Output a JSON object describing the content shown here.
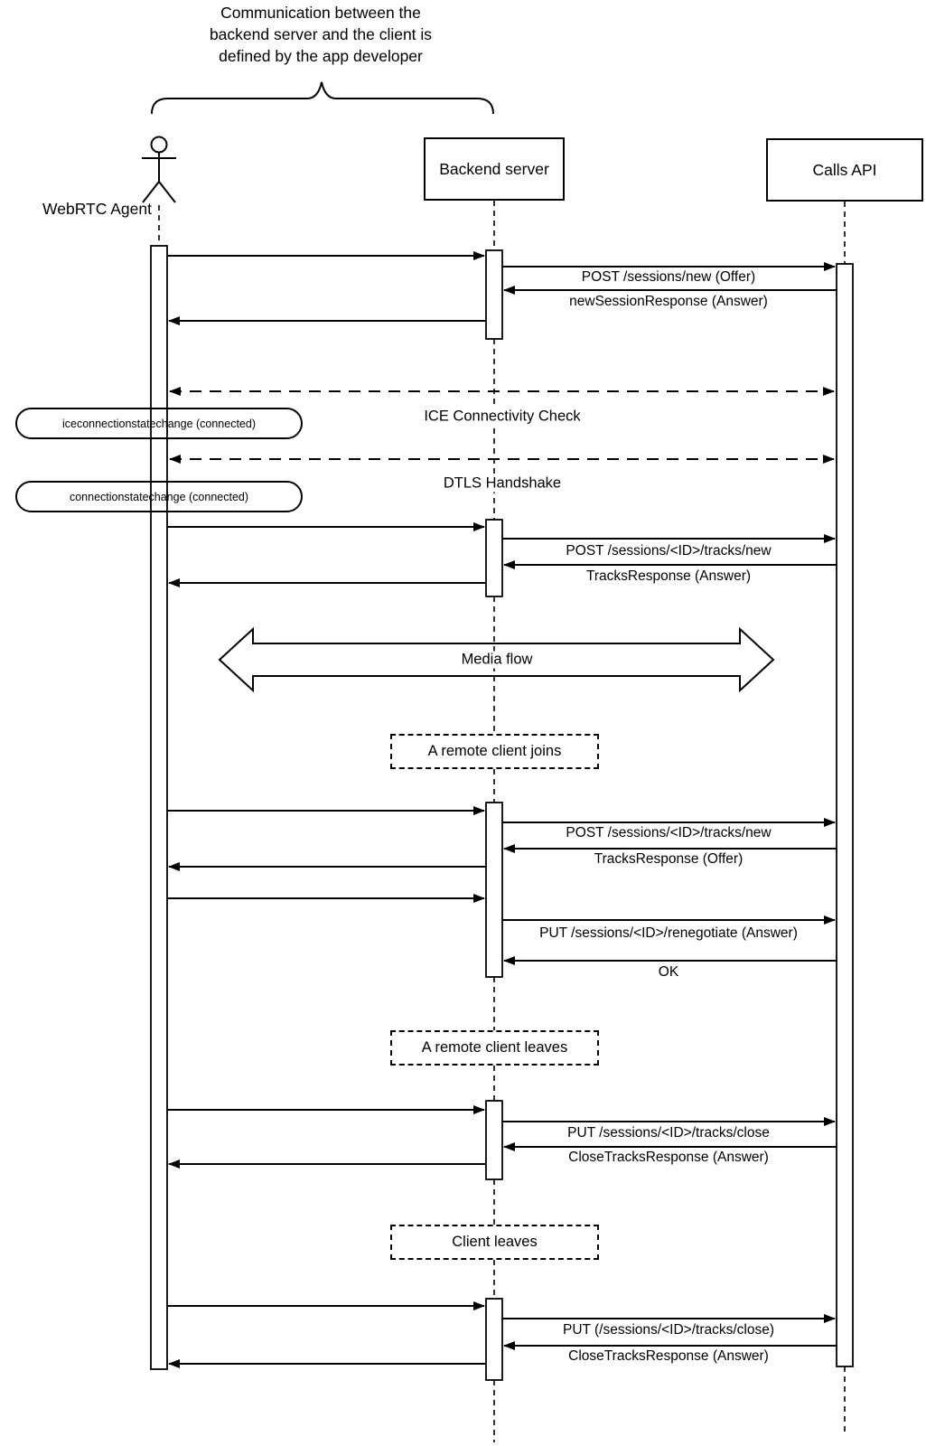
{
  "colors": {
    "stroke": "#000000",
    "background": "#ffffff"
  },
  "annotation": {
    "line1": "Communication between the",
    "line2": "backend server and the client is",
    "line3": "defined by the app developer"
  },
  "participants": {
    "agent": "WebRTC Agent",
    "backend": "Backend server",
    "calls_api": "Calls API"
  },
  "client_events": {
    "ice_state": "iceconnectionstatechange (connected)",
    "conn_state": "connectionstatechange (connected)"
  },
  "messages": {
    "post_sessions_new": "POST /sessions/new (Offer)",
    "new_session_response": "newSessionResponse (Answer)",
    "ice_check": "ICE Connectivity Check",
    "dtls_handshake": "DTLS Handshake",
    "post_tracks_new_1": "POST /sessions/<ID>/tracks/new",
    "tracks_response_answer": "TracksResponse (Answer)",
    "media_flow": "Media flow",
    "post_tracks_new_2": "POST /sessions/<ID>/tracks/new",
    "tracks_response_offer": "TracksResponse (Offer)",
    "put_renegotiate": "PUT /sessions/<ID>/renegotiate (Answer)",
    "ok": "OK",
    "put_tracks_close": "PUT /sessions/<ID>/tracks/close",
    "close_tracks_response_1": "CloseTracksResponse (Answer)",
    "put_tracks_close_paren": "PUT (/sessions/<ID>/tracks/close)",
    "close_tracks_response_2": "CloseTracksResponse (Answer)"
  },
  "notes": {
    "remote_joins": "A remote client joins",
    "remote_leaves": "A remote client leaves",
    "client_leaves": "Client leaves"
  }
}
